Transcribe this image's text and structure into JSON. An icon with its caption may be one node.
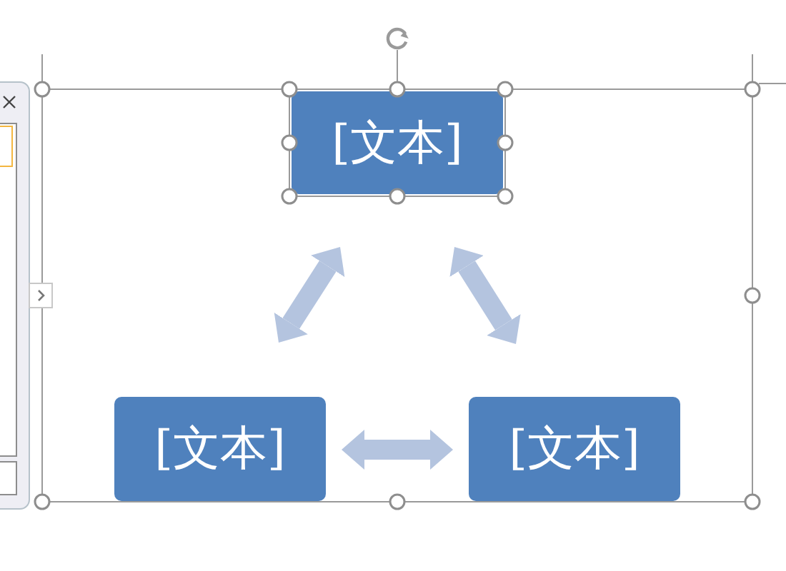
{
  "diagram": {
    "nodes": [
      {
        "text": [
          "[文本]"
        ]
      },
      {
        "text": [
          "[文本]"
        ]
      },
      {
        "text": [
          "[文本]"
        ]
      }
    ],
    "edges": [
      {
        "from": 1,
        "to": 0,
        "arrow": "both"
      },
      {
        "from": 0,
        "to": 2,
        "arrow": "both"
      },
      {
        "from": 1,
        "to": 2,
        "arrow": "both"
      }
    ]
  }
}
